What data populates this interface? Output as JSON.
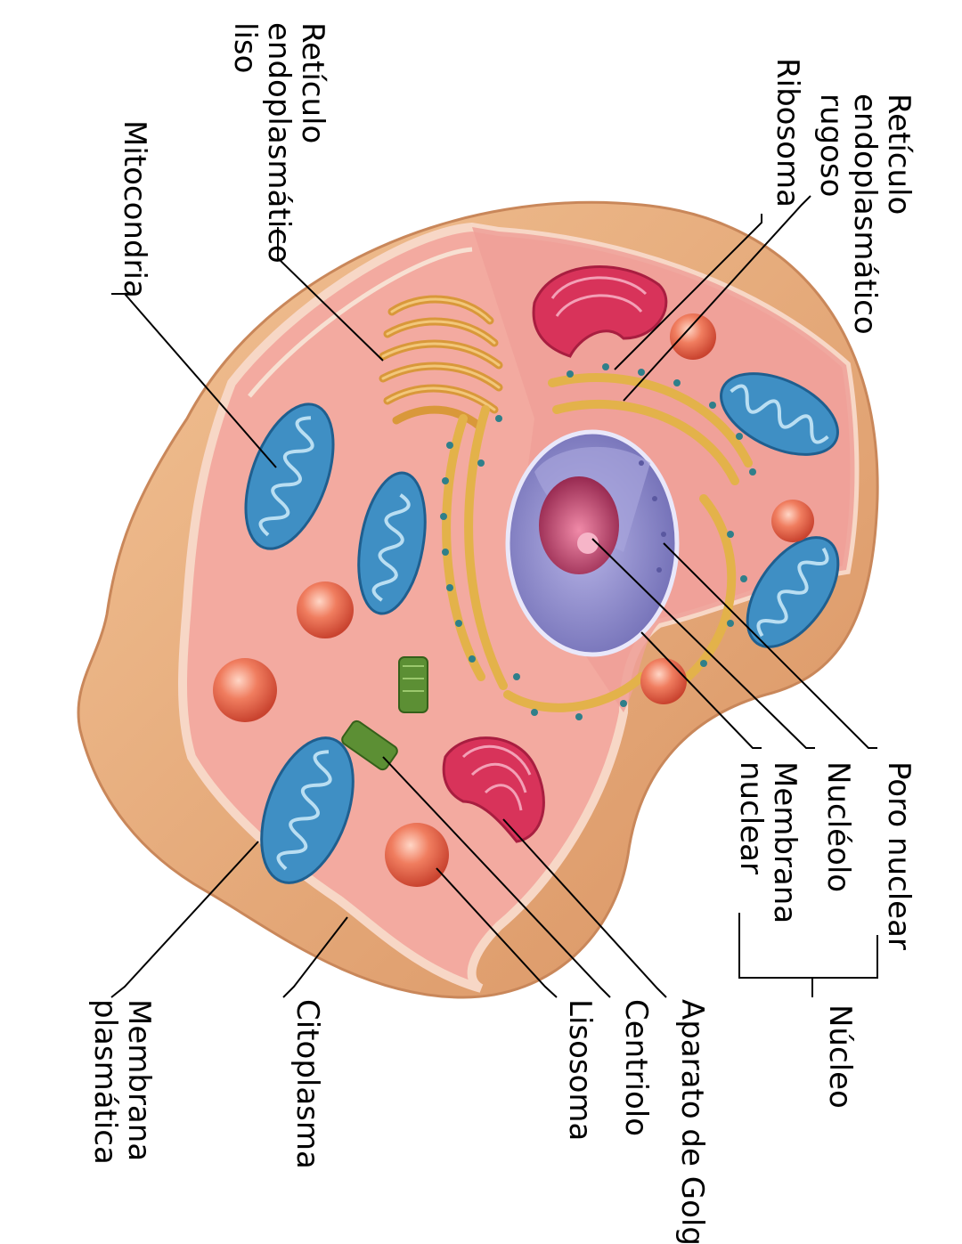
{
  "labels": {
    "reticulo_liso": [
      "Retículo",
      "endoplasmático",
      "liso"
    ],
    "mitocondria": [
      "Mitocondria"
    ],
    "ribosoma": [
      "Ribosoma"
    ],
    "reticulo_rugoso": [
      "Retículo",
      "endoplasmático",
      "rugoso"
    ],
    "poro_nuclear": [
      "Poro nuclear"
    ],
    "nucleolo": [
      "Nucléolo"
    ],
    "membrana_nuclear": [
      "Membrana",
      "nuclear"
    ],
    "nucleo": [
      "Núcleo"
    ],
    "aparato_golgi": [
      "Aparato de Golgi"
    ],
    "centriolo": [
      "Centriolo"
    ],
    "lisosoma": [
      "Lisosoma"
    ],
    "citoplasma": [
      "Citoplasma"
    ],
    "membrana_plasmatica": [
      "Membrana",
      "plasmática"
    ]
  },
  "colors": {
    "outer_cell": "#e9b07e",
    "cytoplasm": "#f2a9a0",
    "membrane_edge": "#f6d8c4",
    "mitochondria": "#3f8fc4",
    "er_rough": "#e3b24a",
    "golgi": "#d8335a",
    "nucleus": "#8e8cc9",
    "nucleolus": "#b5325f",
    "lysosome": "#ea6a4e",
    "centriole": "#5c8f34"
  }
}
